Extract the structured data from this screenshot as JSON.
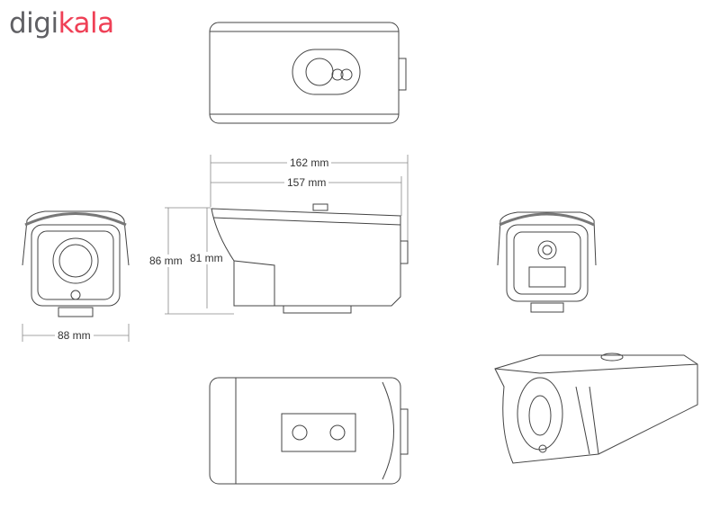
{
  "brand": {
    "part1": "digi",
    "part2": "kala",
    "color_gray": "#606064",
    "color_red": "#ef4056"
  },
  "dimensions": {
    "total_length": "162 mm",
    "body_length": "157 mm",
    "total_height": "86 mm",
    "body_height": "81 mm",
    "width": "88 mm"
  }
}
